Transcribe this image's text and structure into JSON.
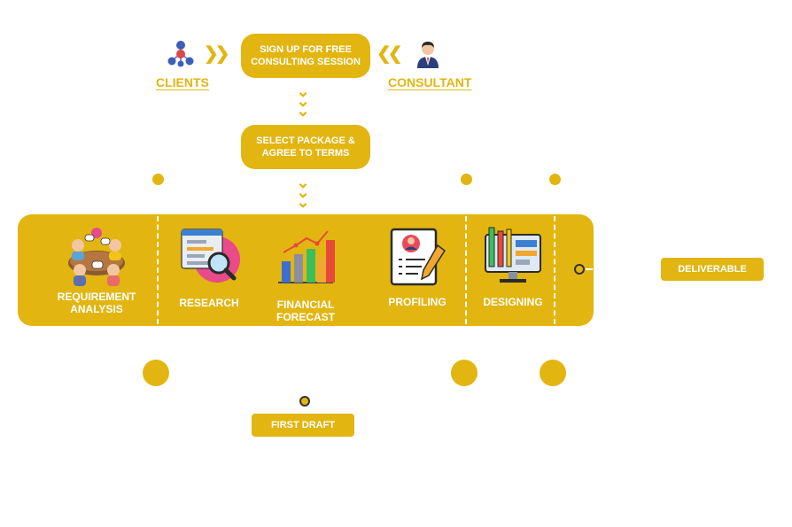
{
  "top": {
    "signup_label": "SIGN UP FOR FREE\nCONSULTING SESSION",
    "clients_label": "CLIENTS",
    "consultant_label": "CONSULTANT",
    "package_label": "SELECT PACKAGE &\nAGREE TO TERMS"
  },
  "steps": [
    {
      "label": "REQUIREMENT\nANALYSIS",
      "icon": "meeting-icon"
    },
    {
      "label": "RESEARCH",
      "icon": "magnifier-report-icon"
    },
    {
      "label": "FINANCIAL\nFORECAST",
      "icon": "bar-chart-icon"
    },
    {
      "label": "PROFILING",
      "icon": "profile-document-icon"
    },
    {
      "label": "DESIGNING",
      "icon": "design-monitor-icon"
    }
  ],
  "milestones": {
    "deliverable": "DELIVERABLE",
    "first_draft": "FIRST DRAFT"
  },
  "colors": {
    "accent": "#e2b511",
    "text_on_accent": "#ffffff"
  }
}
